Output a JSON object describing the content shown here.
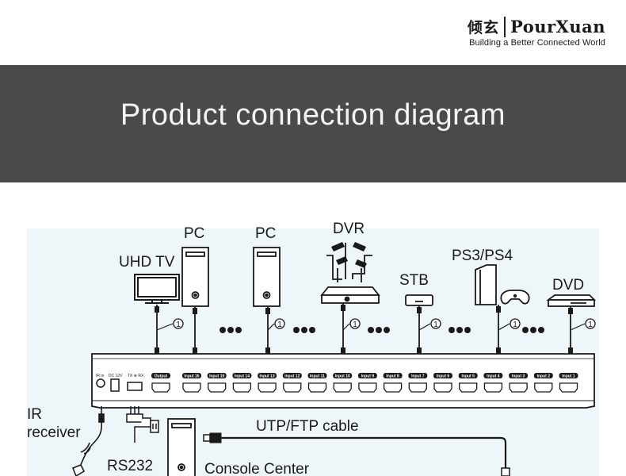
{
  "brand": {
    "chinese_name": "倾玄",
    "name": "PourXuan",
    "tagline": "Building a Better Connected World"
  },
  "banner": {
    "title": "Product connection diagram"
  },
  "devices": {
    "uhd_tv": "UHD TV",
    "pc1": "PC",
    "pc2": "PC",
    "dvr": "DVR",
    "stb": "STB",
    "ps": "PS3/PS4",
    "dvd": "DVD"
  },
  "cable_marker": "1",
  "ports": {
    "ir_in": "IR in",
    "dc": "DC 12V",
    "txrx": "TX ⊕ RX",
    "output": "Output",
    "inputs": [
      "Input 16",
      "Input 15",
      "Input 14",
      "Input 13",
      "Input 12",
      "Input 11",
      "Input 10",
      "Input 9",
      "Input 8",
      "Input 7",
      "Input 6",
      "Input 5",
      "Input 4",
      "Input 3",
      "Input 2",
      "Input 1"
    ]
  },
  "labels": {
    "ir_receiver_line1": "IR",
    "ir_receiver_line2": "receiver",
    "rs232": "RS232",
    "console": "Console Center",
    "cable": "UTP/FTP cable"
  }
}
